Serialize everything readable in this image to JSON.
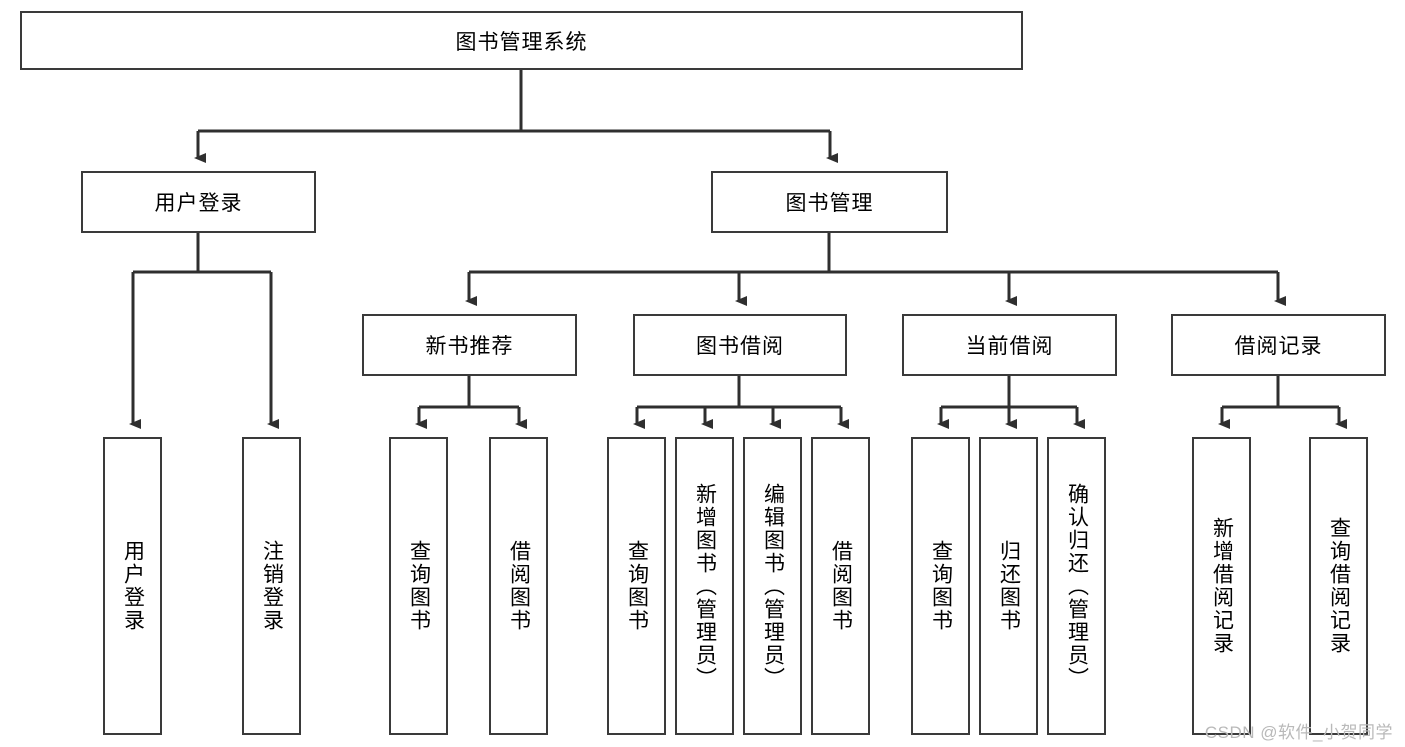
{
  "diagram": {
    "title": "图书管理系统",
    "watermark": "CSDN @软件_小贺同学",
    "colors": {
      "stroke": "#3a3a3a",
      "fill": "#ffffff",
      "text": "#000000",
      "watermark": "#b9b9b9"
    },
    "root": {
      "label": "图书管理系统"
    },
    "level1": [
      {
        "label": "用户登录"
      },
      {
        "label": "图书管理"
      }
    ],
    "level2": [
      {
        "label": "新书推荐"
      },
      {
        "label": "图书借阅"
      },
      {
        "label": "当前借阅"
      },
      {
        "label": "借阅记录"
      }
    ],
    "leaves": {
      "user_login": [
        {
          "label": "用户登录"
        },
        {
          "label": "注销登录"
        }
      ],
      "new_book": [
        {
          "label": "查询图书"
        },
        {
          "label": "借阅图书"
        }
      ],
      "book_borrow": [
        {
          "label": "查询图书"
        },
        {
          "label": "新增图书（管理员）"
        },
        {
          "label": "编辑图书（管理员）"
        },
        {
          "label": "借阅图书"
        }
      ],
      "current_borrow": [
        {
          "label": "查询图书"
        },
        {
          "label": "归还图书"
        },
        {
          "label": "确认归还（管理员）"
        }
      ],
      "borrow_record": [
        {
          "label": "新增借阅记录"
        },
        {
          "label": "查询借阅记录"
        }
      ]
    }
  }
}
